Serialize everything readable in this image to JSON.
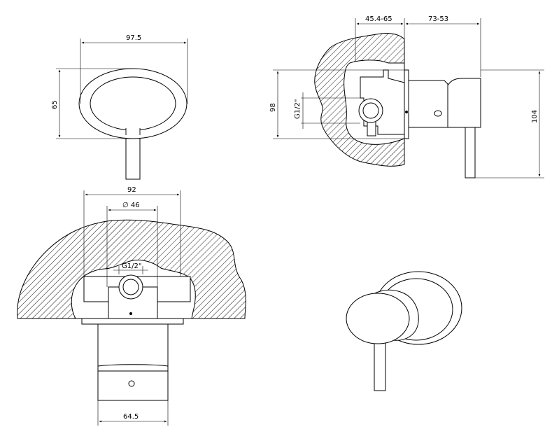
{
  "front_view": {
    "dim_width": "97.5",
    "dim_height": "65"
  },
  "side_view": {
    "dim_depth_range": "45.4-65",
    "dim_projection_range": "73-53",
    "dim_plate_height": "98",
    "dim_total_height": "104",
    "thread_label": "G1/2\""
  },
  "top_view": {
    "dim_width": "92",
    "dim_diameter": "∅ 46",
    "thread_label": "G1/2\"",
    "dim_base_width": "64.5"
  },
  "colors": {
    "line": "#000000",
    "background": "#ffffff"
  }
}
